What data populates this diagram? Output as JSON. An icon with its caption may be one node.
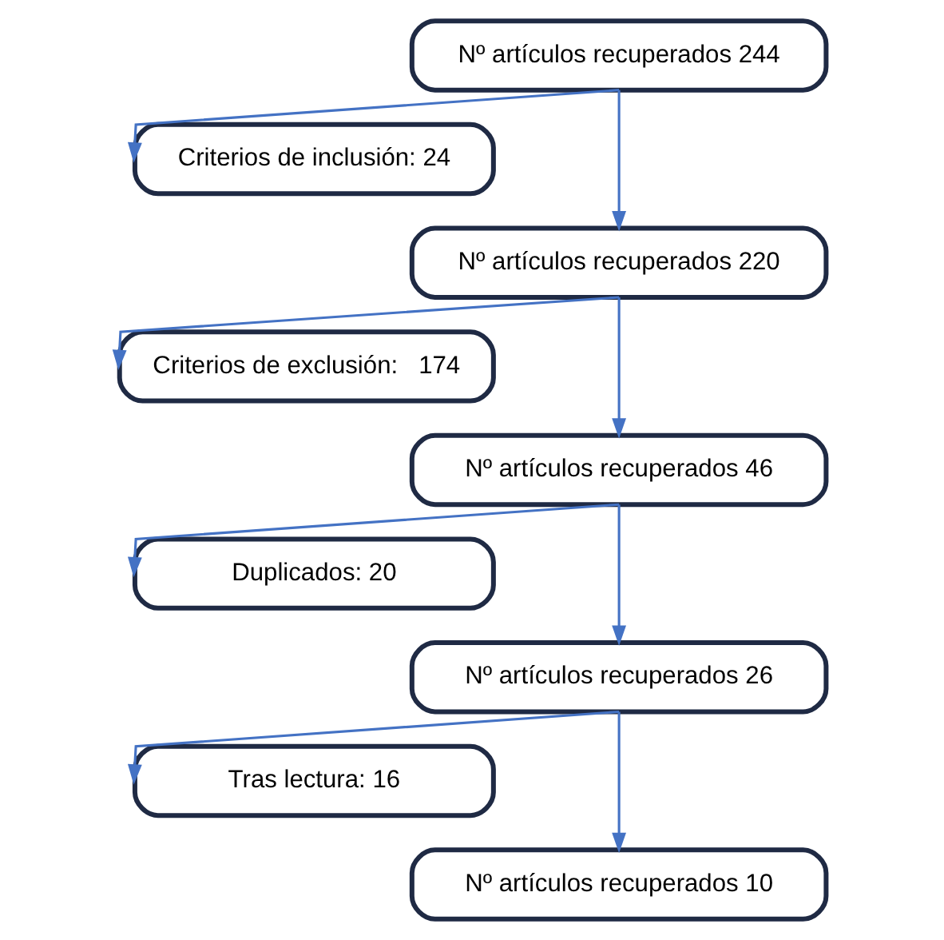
{
  "diagram": {
    "nodes": [
      {
        "text": [
          "Nº artículos recuperados 244"
        ]
      },
      {
        "text": [
          "Criterios de inclusión: 24"
        ]
      },
      {
        "text": [
          "Nº artículos recuperados 220"
        ]
      },
      {
        "text": [
          "Criterios de exclusión:   174"
        ]
      },
      {
        "text": [
          "Nº artículos recuperados 46"
        ]
      },
      {
        "text": [
          "Duplicados: 20"
        ]
      },
      {
        "text": [
          "Nº artículos recuperados 26"
        ]
      },
      {
        "text": [
          "Tras lectura: 16"
        ]
      },
      {
        "text": [
          "Nº artículos recuperados 10"
        ]
      }
    ],
    "edges": [
      {
        "from": 0,
        "to": 2,
        "arrow": "to"
      },
      {
        "from": 0,
        "to": 1,
        "arrow": "to"
      },
      {
        "from": 2,
        "to": 4,
        "arrow": "to"
      },
      {
        "from": 2,
        "to": 3,
        "arrow": "to"
      },
      {
        "from": 4,
        "to": 6,
        "arrow": "to"
      },
      {
        "from": 4,
        "to": 5,
        "arrow": "to"
      },
      {
        "from": 6,
        "to": 8,
        "arrow": "to"
      },
      {
        "from": 6,
        "to": 7,
        "arrow": "to"
      }
    ]
  }
}
